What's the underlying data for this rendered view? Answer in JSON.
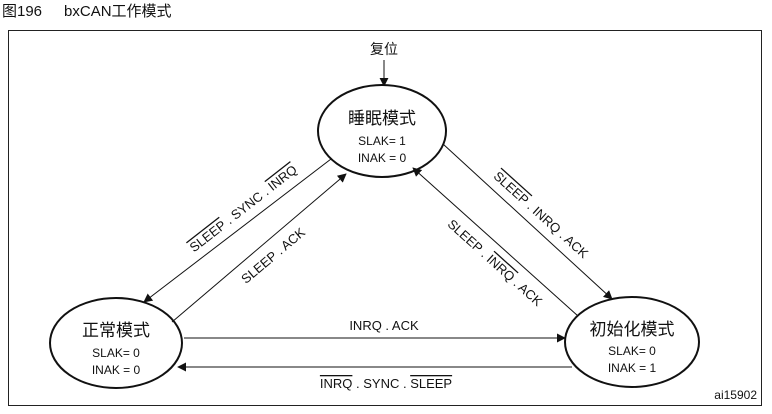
{
  "caption": {
    "number": "图196",
    "title": "bxCAN工作模式"
  },
  "reset": {
    "label": "复位"
  },
  "states": {
    "sleep": {
      "title": "睡眠模式",
      "slak": "SLAK= 1",
      "inak": "INAK = 0"
    },
    "normal": {
      "title": "正常模式",
      "slak": "SLAK= 0",
      "inak": "INAK = 0"
    },
    "init": {
      "title": "初始化模式",
      "slak": "SLAK= 0",
      "inak": "INAK = 1"
    }
  },
  "transitions": {
    "sleep_to_normal": {
      "parts": [
        "SLEEP",
        " . SYNC . ",
        "INRQ"
      ]
    },
    "normal_to_sleep": {
      "label": "SLEEP . ACK"
    },
    "sleep_to_init": {
      "parts": [
        "SLEEP",
        " . INRQ . ACK"
      ]
    },
    "init_to_sleep": {
      "parts": [
        "SLEEP . ",
        "INRQ",
        " . ACK"
      ]
    },
    "normal_to_init": {
      "label": "INRQ . ACK"
    },
    "init_to_normal": {
      "parts": [
        "INRQ",
        " . SYNC . ",
        "SLEEP"
      ]
    }
  },
  "figure_id": "ai15902"
}
